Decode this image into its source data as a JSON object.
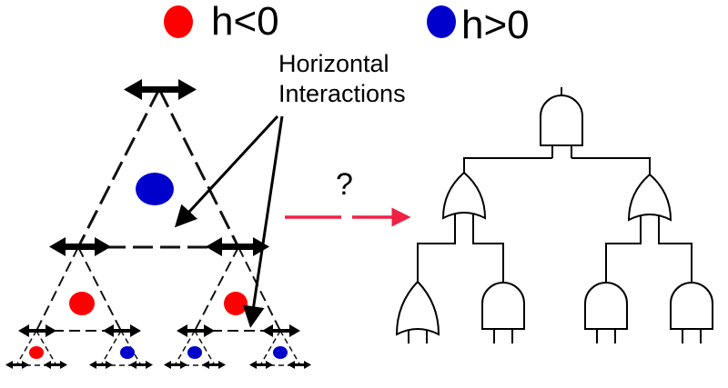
{
  "legend": {
    "negative": {
      "label": "h<0",
      "color": "#ff0000"
    },
    "positive": {
      "label": "h>0",
      "color": "#0000cc"
    }
  },
  "annotation": {
    "line1": "Horizontal",
    "line2": "Interactions"
  },
  "mapping": {
    "symbol": "?",
    "arrow_color": "#ee2244"
  },
  "icons": [
    "logic-and-gate-icon",
    "logic-or-gate-icon"
  ]
}
